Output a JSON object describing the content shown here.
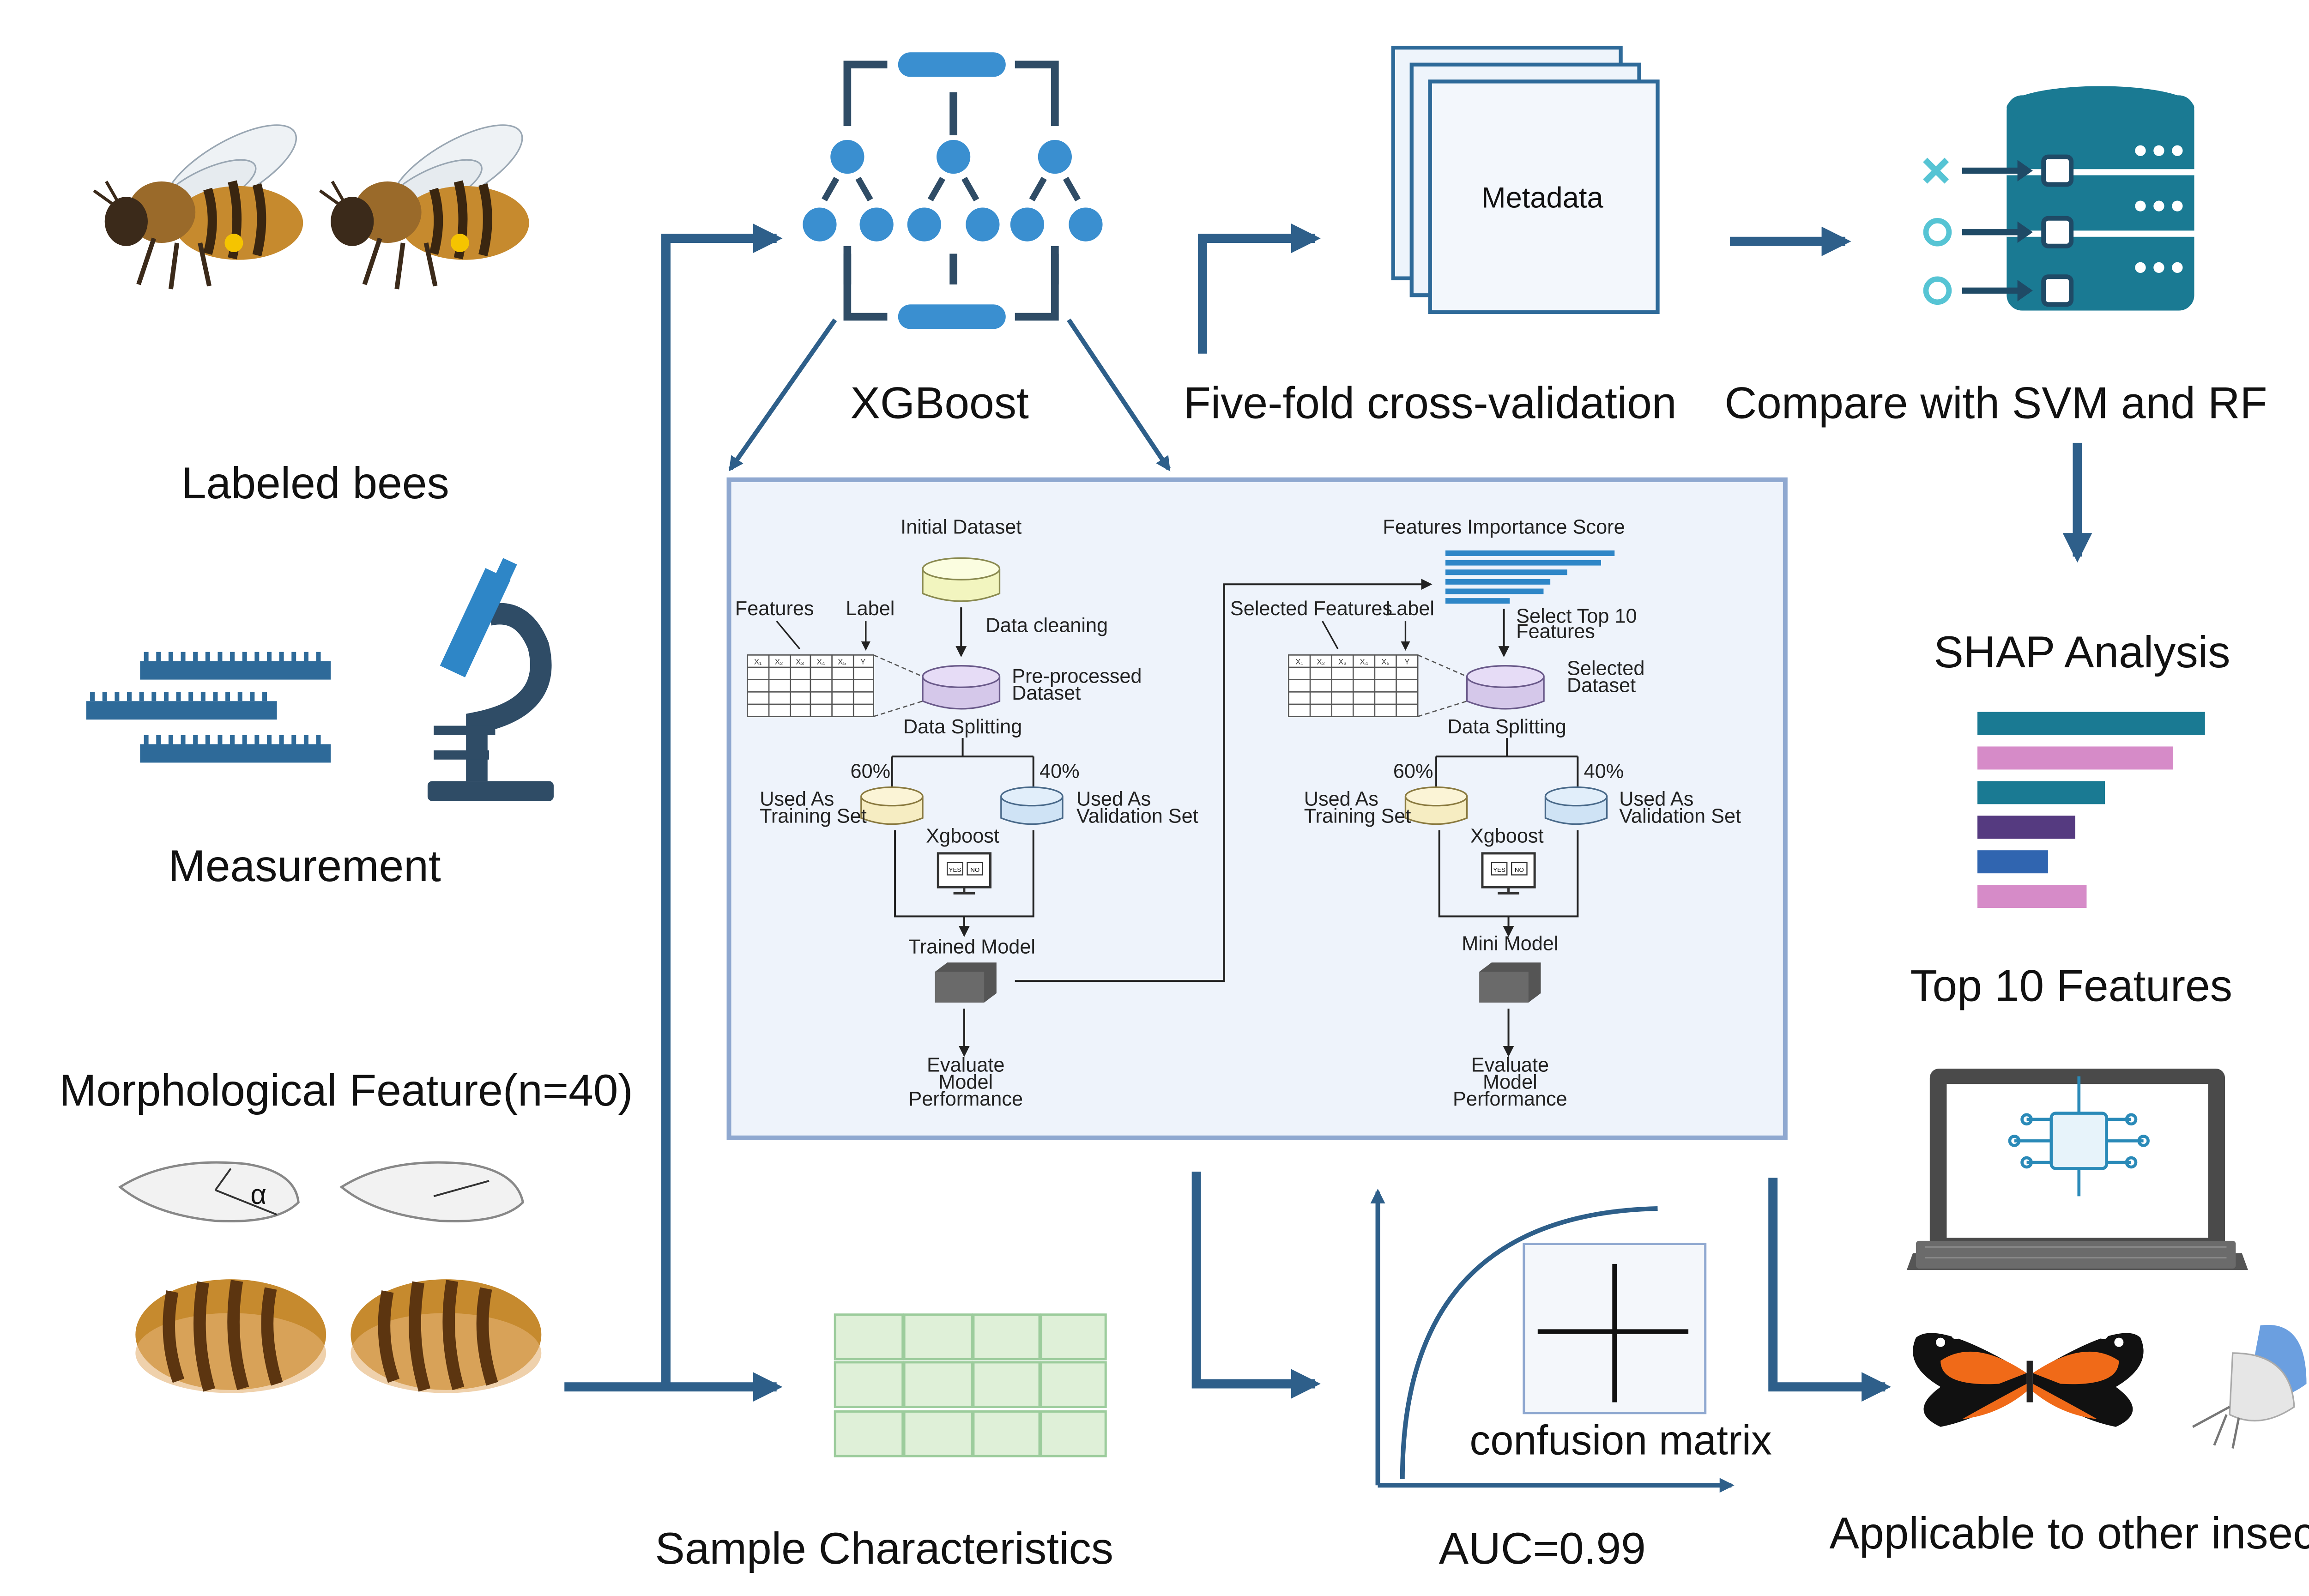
{
  "labels": {
    "labeled_bees": "Labeled bees",
    "measurement": "Measurement",
    "morph_feature": "Morphological Feature(n=40)",
    "wing_angle": "α",
    "sample_characteristics": "Sample Characteristics",
    "xgboost": "XGBoost",
    "five_fold": "Five-fold cross-validation",
    "metadata": "Metadata",
    "compare": "Compare with SVM and RF",
    "shap": "SHAP Analysis",
    "top10": "Top 10 Features",
    "confusion": "confusion matrix",
    "auc": "AUC=0.99",
    "applicable": "Applicable to other insects"
  },
  "workflow": {
    "left": {
      "initial_dataset": "Initial Dataset",
      "features": "Features",
      "label": "Label",
      "data_cleaning": "Data cleaning",
      "preprocessed_1": "Pre-processed",
      "preprocessed_2": "Dataset",
      "data_splitting": "Data Splitting",
      "pct_train": "60%",
      "pct_val": "40%",
      "train_1": "Used As",
      "train_2": "Training Set",
      "val_1": "Used As",
      "val_2": "Validation Set",
      "xgb": "Xgboost",
      "model": "Trained Model",
      "eval_1": "Evaluate",
      "eval_2": "Model",
      "eval_3": "Performance",
      "cols": [
        "X₁",
        "X₂",
        "X₃",
        "X₄",
        "X₅",
        "Y"
      ]
    },
    "right": {
      "importance": "Features Importance Score",
      "selected_features": "Selected Features",
      "label": "Label",
      "select_top_1": "Select Top 10",
      "select_top_2": "Features",
      "selected_1": "Selected",
      "selected_2": "Dataset",
      "data_splitting": "Data Splitting",
      "pct_train": "60%",
      "pct_val": "40%",
      "train_1": "Used As",
      "train_2": "Training Set",
      "val_1": "Used As",
      "val_2": "Validation Set",
      "xgb": "Xgboost",
      "model": "Mini Model",
      "eval_1": "Evaluate",
      "eval_2": "Model",
      "eval_3": "Performance",
      "cols": [
        "X₁",
        "X₂",
        "X₃",
        "X₄",
        "X₅",
        "Y"
      ]
    },
    "screen_yes": "YES",
    "screen_no": "NO"
  },
  "colors": {
    "arrow": "#2e5f8a",
    "xgb_blue": "#3a8fd0",
    "panel_fill": "#eef3fb",
    "panel_border": "#8fa8d0",
    "teal": "#1a7a93",
    "pink": "#d68bc8",
    "purple": "#553a80",
    "blue": "#3065b0",
    "green_cell": "#dff0d8",
    "green_border": "#9ccc9c"
  },
  "shap_bars": [
    {
      "value": 1.0,
      "color": "#1a7a93"
    },
    {
      "value": 0.86,
      "color": "#d68bc8"
    },
    {
      "value": 0.56,
      "color": "#1a7a93"
    },
    {
      "value": 0.43,
      "color": "#553a80"
    },
    {
      "value": 0.31,
      "color": "#3065b0"
    },
    {
      "value": 0.48,
      "color": "#d68bc8"
    }
  ],
  "importance_bars": [
    1.0,
    0.92,
    0.72,
    0.62,
    0.58,
    0.38
  ]
}
